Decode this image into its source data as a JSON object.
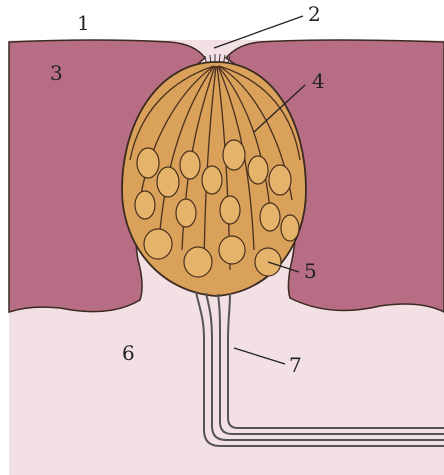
{
  "labels": {
    "l1": "1",
    "l2": "2",
    "l3": "3",
    "l4": "4",
    "l5": "5",
    "l6": "6",
    "l7": "7"
  },
  "colors": {
    "epithelium": "#b76e84",
    "connective_tissue": "#f3e0e4",
    "receptor_cells": "#d9a15a",
    "nuclei": "#e6b36a",
    "outline": "#3a2a20",
    "nerve_fibers": "#555555"
  }
}
